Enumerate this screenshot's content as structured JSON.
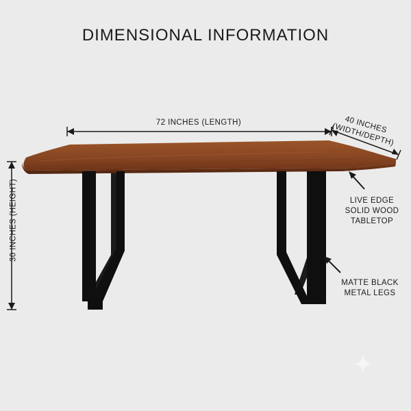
{
  "title": "DIMENSIONAL INFORMATION",
  "dimensions": {
    "length": "72 INCHES (LENGTH)",
    "width_line1": "40 INCHES",
    "width_line2": "(WIDTH/DEPTH)",
    "height": "30 INCHES (HEIGHT)"
  },
  "callouts": {
    "tabletop": [
      "LIVE EDGE",
      "SOLID WOOD",
      "TABLETOP"
    ],
    "legs": [
      "MATTE BLACK",
      "METAL LEGS"
    ]
  },
  "colors": {
    "background": "#ebebeb",
    "wood": "#8a4a24",
    "legs": "#111111",
    "text": "#1a1a1a"
  },
  "icons": {
    "watermark": "sparkle-icon"
  }
}
